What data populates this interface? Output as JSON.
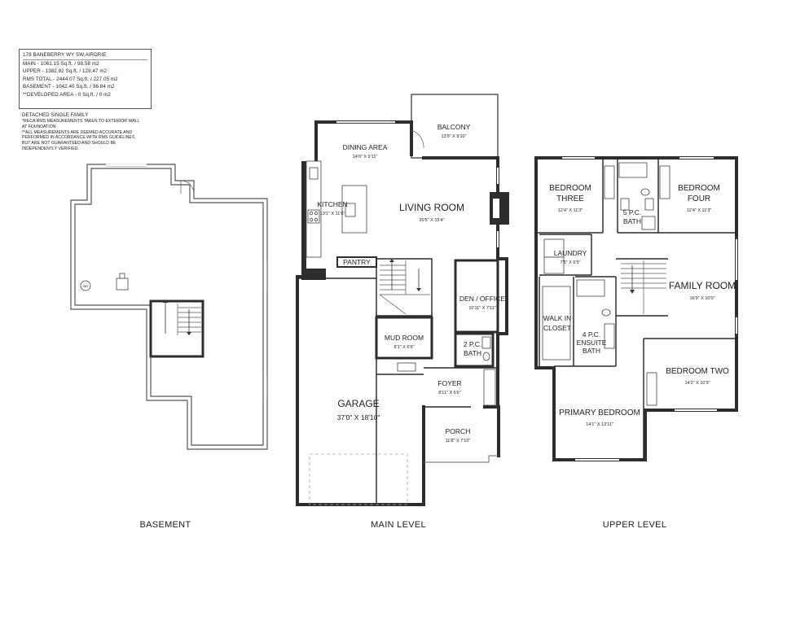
{
  "info": {
    "address": "178 BANEBERRY WY SW,AIRDRIE",
    "main": "MAIN - 1061.15 Sq.ft. / 98.58 m2",
    "upper": "UPPER - 1382.92 Sq.ft. / 128.47 m2",
    "rms_total": "RMS TOTAL - 2444.07 Sq.ft. / 227.05 m2",
    "basement": "BASEMENT - 1042.40 Sq.ft. / 96.84 m2",
    "developed": "**DEVELOPED AREA - 0 Sq.ft. / 0 m2"
  },
  "notes": {
    "type": "DETACHED SINGLE FAMILY",
    "line1": "*RECA RMS MEASUREMENTS TAKEN TO EXTERIOR WALL",
    "line2": "AT FOUNDATION",
    "line3": "**ALL MEASUREMENTS ARE DEEMED ACCURATE AND",
    "line4": "PERFORMED IN ACCORDANCE WITH RMS GUIDELINES,",
    "line5": "BUT ARE NOT GUARANTEED AND SHOULD BE",
    "line6": "INDEPENDENTLY VERIFIED."
  },
  "levels": {
    "basement": "BASEMENT",
    "main": "MAIN LEVEL",
    "upper": "UPPER LEVEL"
  },
  "basement": {
    "wh": "WH"
  },
  "main_rooms": {
    "balcony": {
      "name": "BALCONY",
      "dim": "13'9\" X 9'10\""
    },
    "dining": {
      "name": "DINING AREA",
      "dim": "14'0\" X 9'11\""
    },
    "kitchen": {
      "name": "KITCHEN",
      "dim": "13'1\" X 11'6\""
    },
    "living": {
      "name": "LIVING ROOM",
      "dim": "20'5\" X 15'4\""
    },
    "pantry": {
      "name": "PANTRY"
    },
    "den": {
      "name": "DEN / OFFICE",
      "dim": "10'11\" X 7'11\""
    },
    "mud": {
      "name": "MUD ROOM",
      "dim": "8'1\" X 6'6\""
    },
    "bath2_l1": "2 P.C.",
    "bath2_l2": "BATH",
    "foyer": {
      "name": "FOYER",
      "dim": "8'11\" X 6'6\""
    },
    "garage": {
      "name": "GARAGE",
      "dim": "37'0\" X 18'10\""
    },
    "porch": {
      "name": "PORCH",
      "dim": "11'8\" X 7'10\""
    }
  },
  "upper_rooms": {
    "bed3_l1": "BEDROOM",
    "bed3_l2": "THREE",
    "bed3_dim": "12'4\" X 11'3\"",
    "bed4_l1": "BEDROOM",
    "bed4_l2": "FOUR",
    "bed4_dim": "12'4\" X 11'3\"",
    "bath5_l1": "5 P.C.",
    "bath5_l2": "BATH",
    "laundry": {
      "name": "LAUNDRY",
      "dim": "7'8\" X 6'5\""
    },
    "family": {
      "name": "FAMILY ROOM",
      "dim": "16'9\" X 10'0\""
    },
    "walkin_l1": "WALK IN",
    "walkin_l2": "CLOSET",
    "ensuite_l1": "4 P.C.",
    "ensuite_l2": "ENSUITE",
    "ensuite_l3": "BATH",
    "bed2": {
      "name": "BEDROOM TWO",
      "dim": "14'2\" X 10'3\""
    },
    "primary": {
      "name": "PRIMARY BEDROOM",
      "dim": "14'1\" X 13'11\""
    }
  }
}
